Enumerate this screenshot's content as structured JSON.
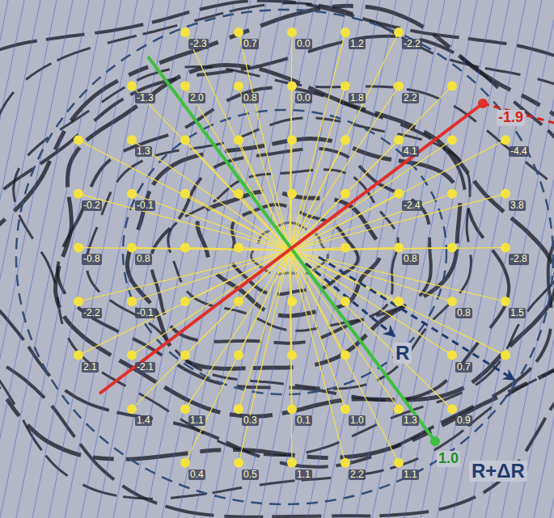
{
  "diagram": {
    "labels": [
      "-2.3",
      "0.7",
      "0.0",
      "1.2",
      "-2.2",
      "-1.3",
      "2.0",
      "0.8",
      "0.0",
      "1.8",
      "2.2",
      "-1.9",
      "1.3",
      "4.1",
      "-4.4",
      "-0.2",
      "-0.1",
      "-2.4",
      "3.8",
      "-0.8",
      "0.8",
      "0.8",
      "-2.8",
      "-2.2",
      "-0.1",
      "0.8",
      "1.5",
      "2.1",
      "-2.1",
      "0.7",
      "R",
      "1.4",
      "1.1",
      "0.3",
      "0.1",
      "1.0",
      "1.3",
      "0.9",
      "0.4",
      "0.5",
      "1.1",
      "2.2",
      "1.1",
      "1.0",
      "R+ΔR"
    ]
  }
}
